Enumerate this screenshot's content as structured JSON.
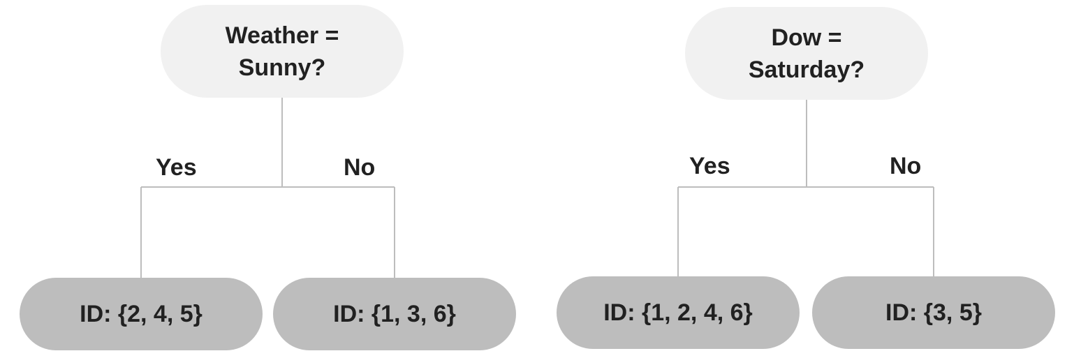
{
  "trees": [
    {
      "question": [
        "Weather =",
        "Sunny?"
      ],
      "yes_label": "Yes",
      "no_label": "No",
      "yes_leaf": "ID: {2, 4, 5}",
      "no_leaf": "ID: {1, 3, 6}"
    },
    {
      "question": [
        "Dow =",
        "Saturday?"
      ],
      "yes_label": "Yes",
      "no_label": "No",
      "yes_leaf": "ID: {1, 2, 4, 6}",
      "no_leaf": "ID: {3, 5}"
    }
  ],
  "colors": {
    "question_fill": "#f1f1f1",
    "leaf_fill": "#bdbdbd",
    "line": "#bdbdbd",
    "text": "#212121"
  }
}
